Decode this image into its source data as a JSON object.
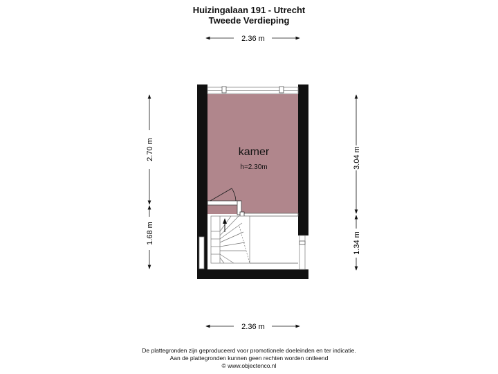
{
  "header": {
    "line1": "Huizingalaan 191 - Utrecht",
    "line2": "Tweede Verdieping"
  },
  "room": {
    "name": "kamer",
    "height": "h=2.30m"
  },
  "dimensions": {
    "top": "2.36 m",
    "bottom": "2.36 m",
    "left_upper": "2.70 m",
    "left_lower": "1.68 m",
    "right_upper": "3.04 m",
    "right_lower": "1.34 m"
  },
  "footer": {
    "line1": "De plattegronden zijn geproduceerd voor promotionele doeleinden en ter indicatie.",
    "line2": "Aan de plattegronden kunnen geen rechten worden ontleend",
    "line3": "© www.objectenco.nl"
  },
  "colors": {
    "room_fill": "#b0868c",
    "wall": "#111111",
    "stair_fill": "#ffffff"
  }
}
